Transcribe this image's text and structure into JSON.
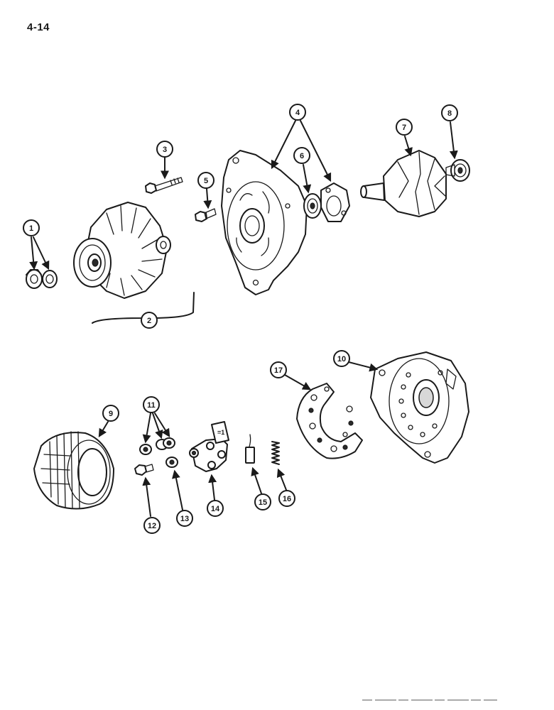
{
  "page": {
    "number": "4-14"
  },
  "callouts": [
    "1",
    "2",
    "3",
    "4",
    "5",
    "6",
    "7",
    "8",
    "9",
    "10",
    "11",
    "12",
    "13",
    "14",
    "15",
    "16",
    "17"
  ],
  "colors": {
    "ink": "#1a1a1a",
    "paper": "#ffffff"
  }
}
